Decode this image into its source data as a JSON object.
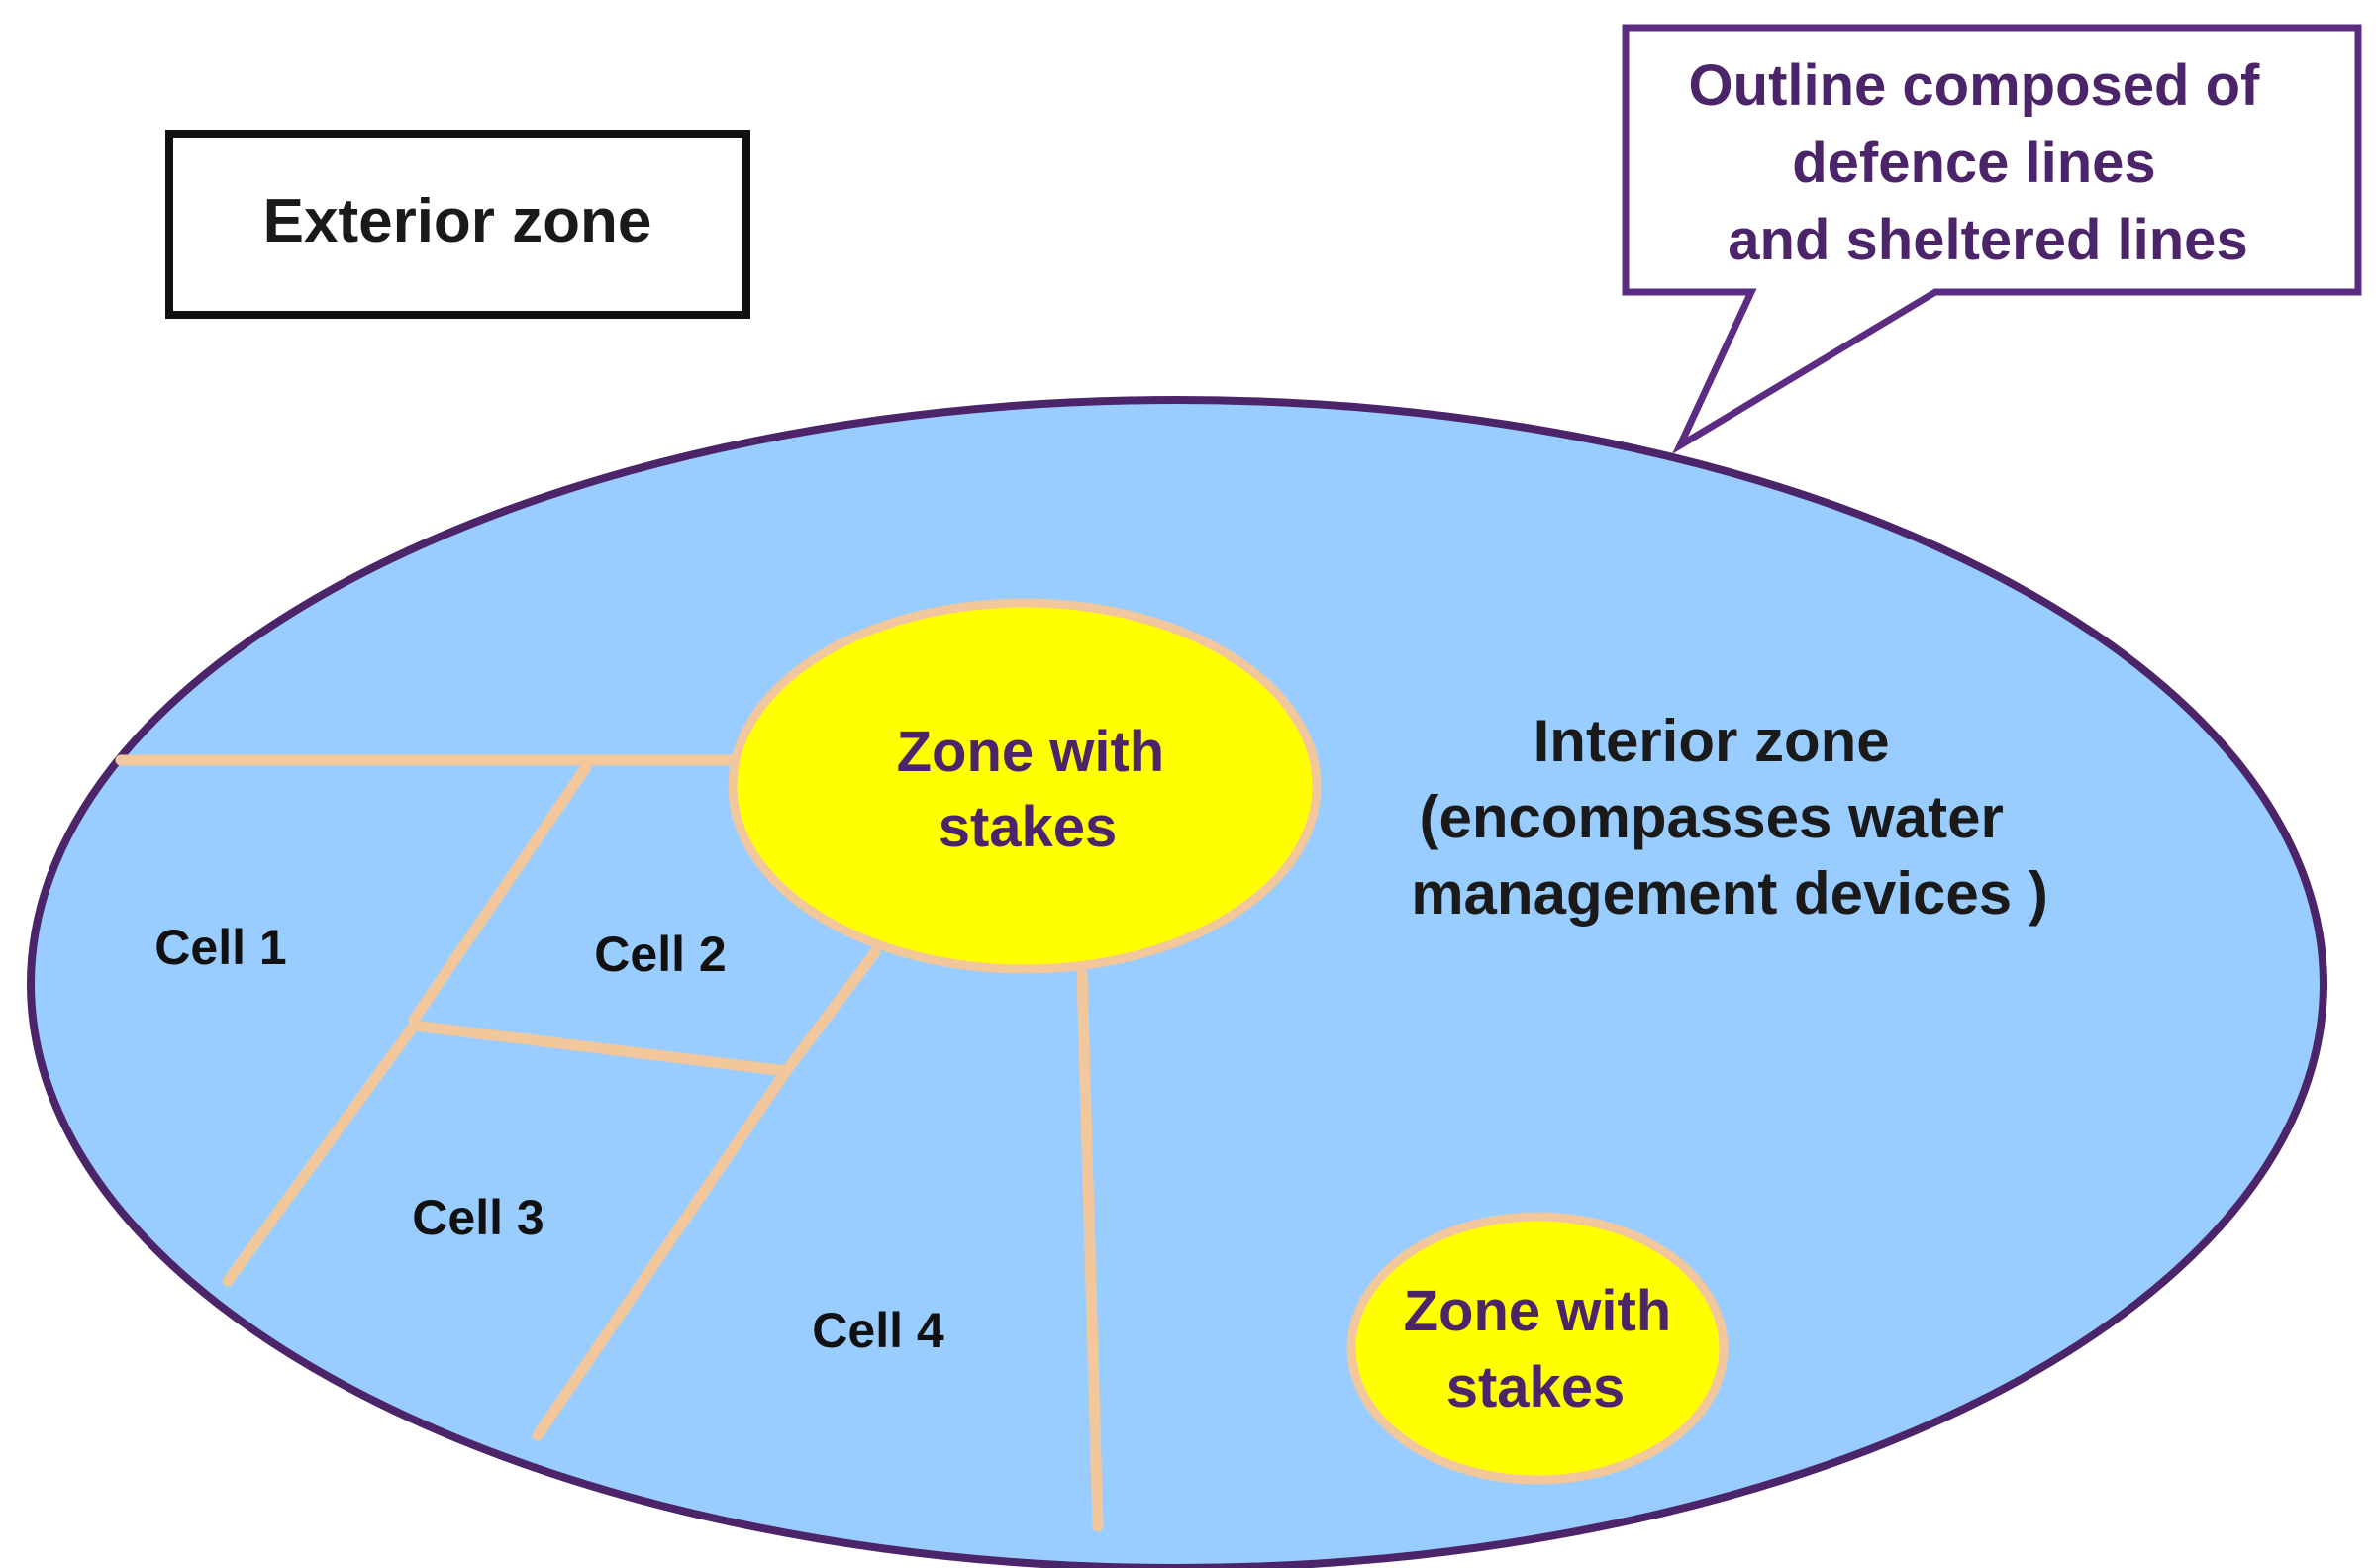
{
  "exterior_zone": {
    "label": "Exterior zone"
  },
  "outline_callout": {
    "lines": [
      "Outline composed of",
      "defence lines",
      "and sheltered lines"
    ]
  },
  "interior_zone": {
    "lines": [
      "Interior zone",
      "(encompasses water",
      "management devices )"
    ]
  },
  "stakes_zones": [
    {
      "lines": [
        "Zone with",
        "stakes"
      ]
    },
    {
      "lines": [
        "Zone with",
        "stakes"
      ]
    }
  ],
  "cells": [
    {
      "label": "Cell 1"
    },
    {
      "label": "Cell 2"
    },
    {
      "label": "Cell 3"
    },
    {
      "label": "Cell 4"
    }
  ],
  "colors": {
    "interior_fill": "#99CCFF",
    "outline_stroke": "#4B2469",
    "stakes_fill": "#FFFF00",
    "stakes_stroke": "#F2C79B",
    "cell_lines": "#F2C79B",
    "callout_stroke": "#5B2C82",
    "callout_text": "#4B2469",
    "text_dark": "#1A1A1A"
  }
}
